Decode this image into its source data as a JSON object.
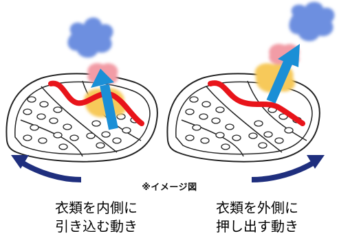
{
  "note": "※イメージ図",
  "left": {
    "caption_line1": "衣類を内側に",
    "caption_line2": "引き込む動き"
  },
  "right": {
    "caption_line1": "衣類を外側に",
    "caption_line2": "押し出す動き"
  },
  "colors": {
    "band": "#e8141a",
    "updraft_arrow": "#1b8fd6",
    "rotation_arrow": "#1f2f7e",
    "cloth_blue": "#6d8fe0",
    "cloth_pink": "#f29ca6",
    "cloth_yellow": "#f7c95a",
    "outline": "#222222"
  },
  "icons": {
    "rotation_left": "counter-clockwise-arrow",
    "rotation_right": "clockwise-arrow",
    "updraft": "up-arrow"
  }
}
